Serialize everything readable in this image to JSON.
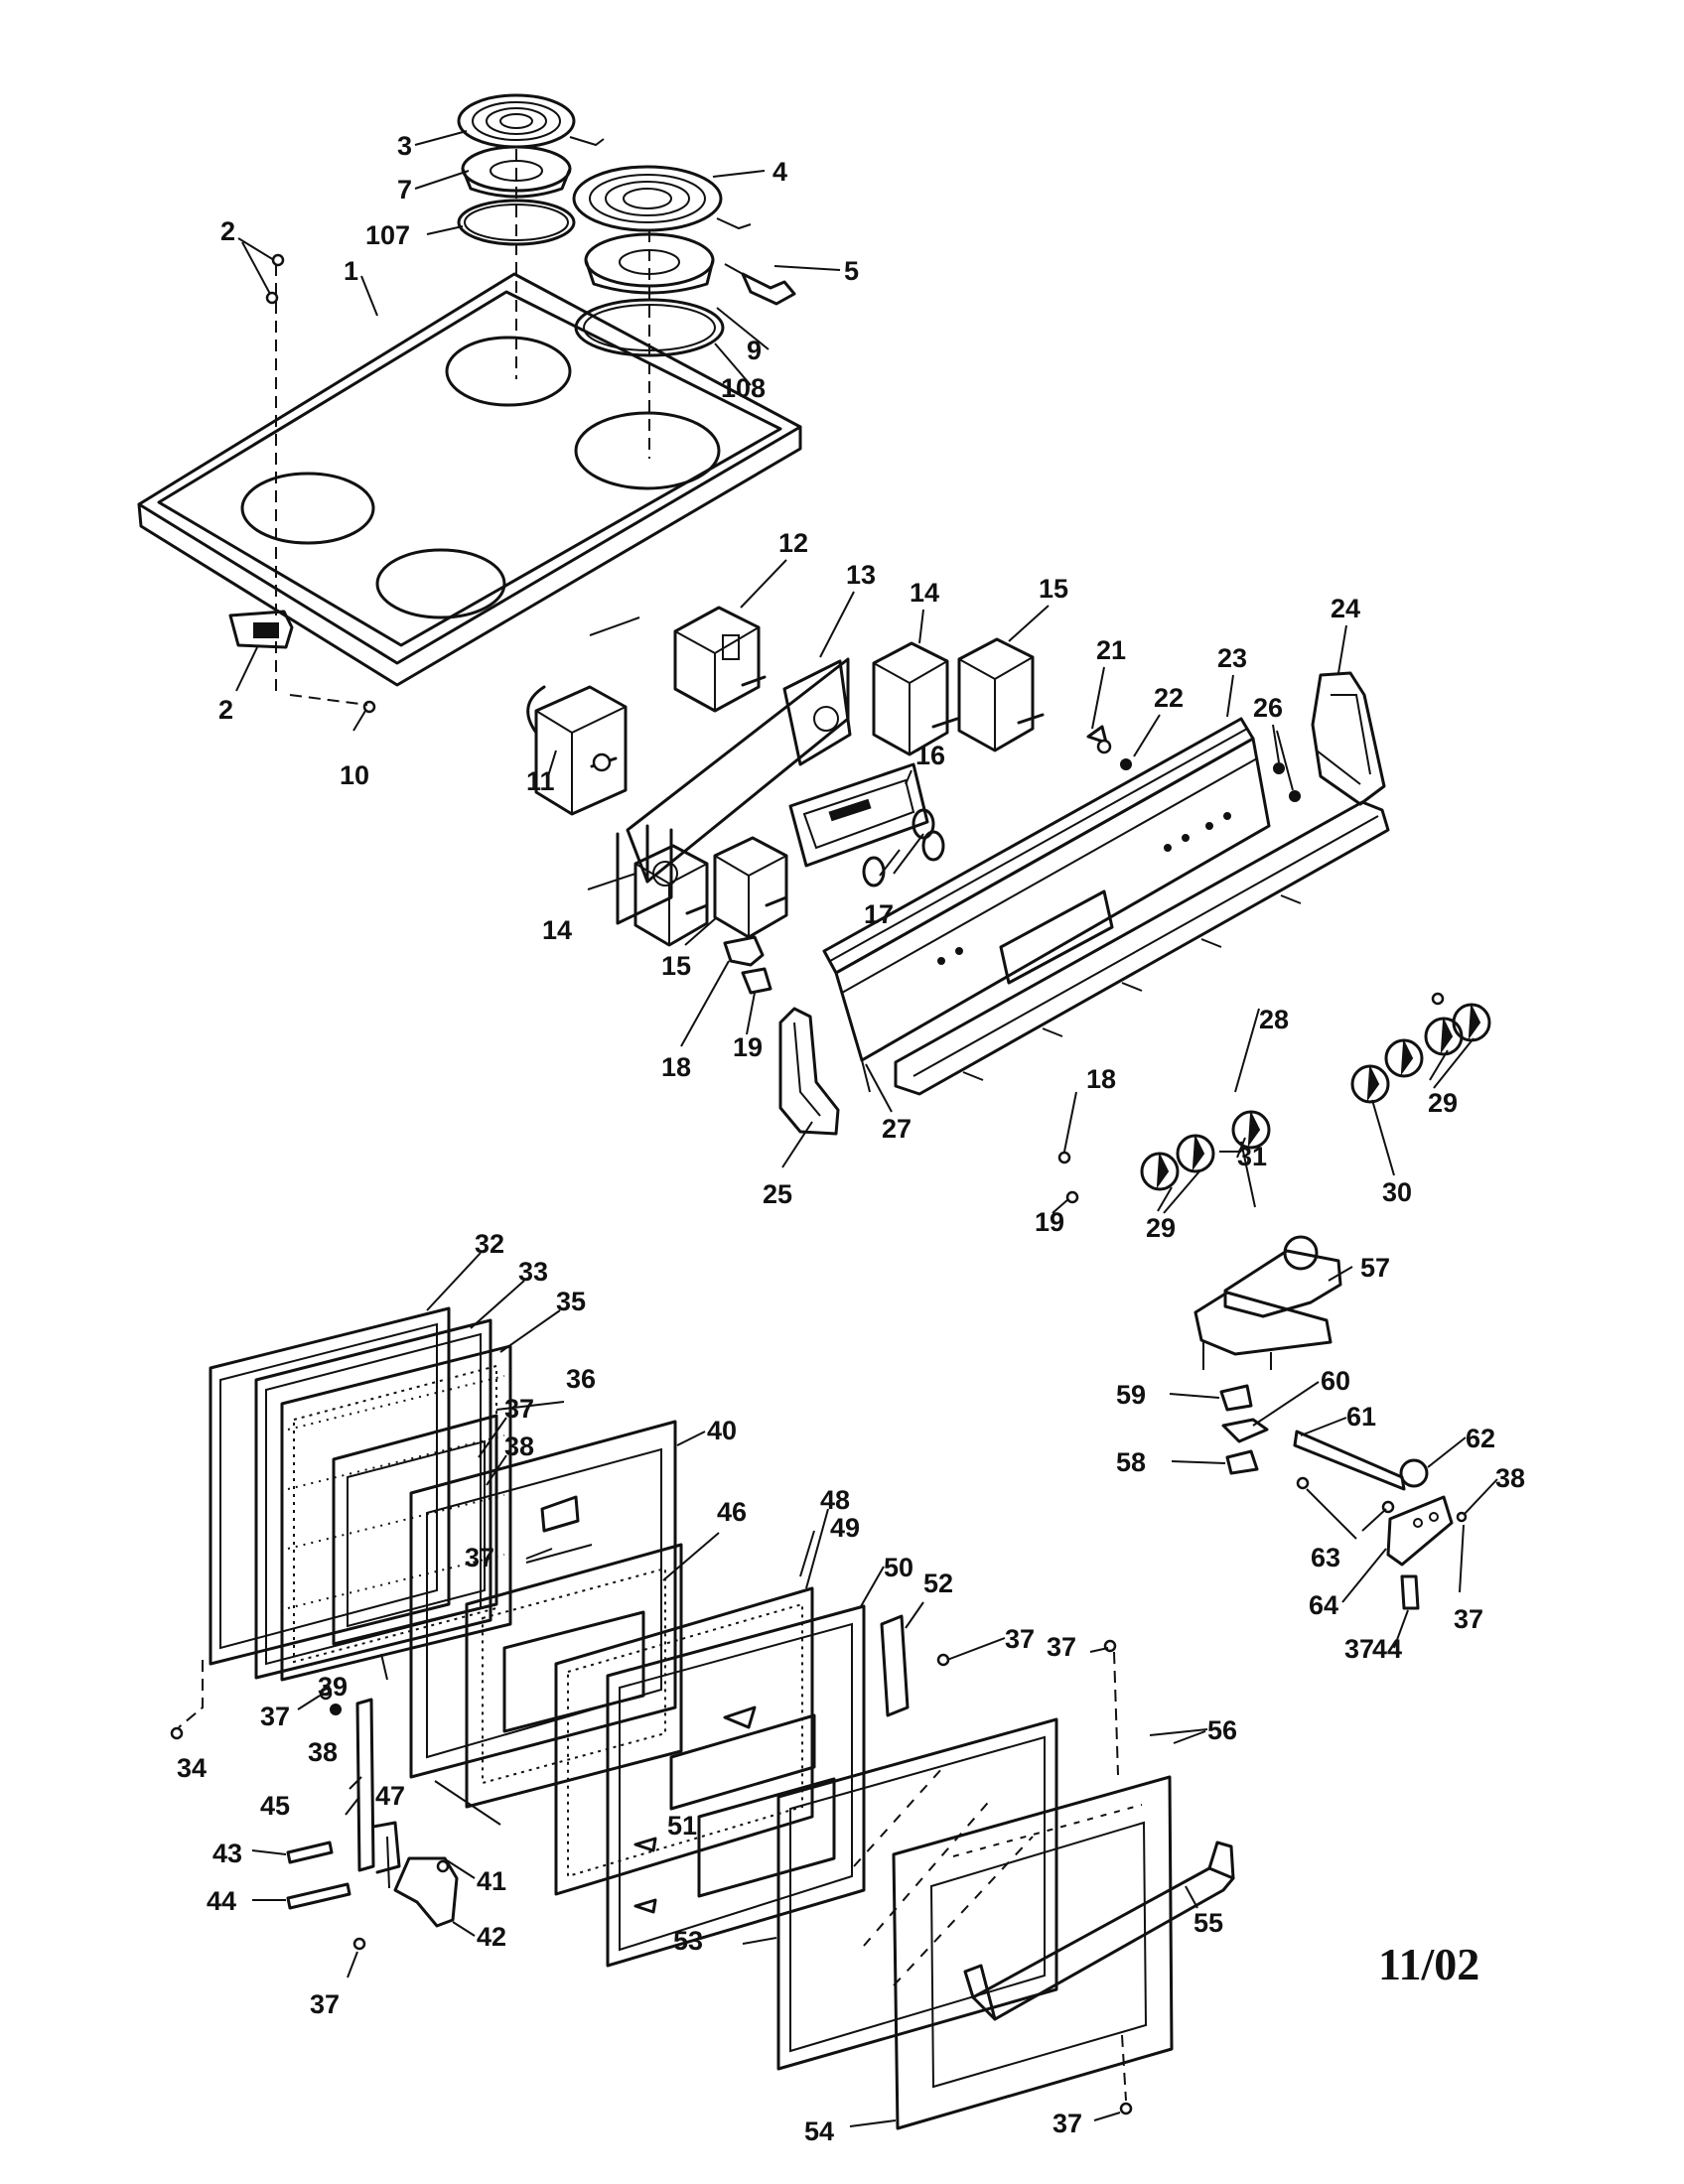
{
  "diagram": {
    "date_code": "11/02",
    "callouts": [
      {
        "id": "c3",
        "text": "3"
      },
      {
        "id": "c7",
        "text": "7"
      },
      {
        "id": "c107",
        "text": "107"
      },
      {
        "id": "c4",
        "text": "4"
      },
      {
        "id": "c5",
        "text": "5"
      },
      {
        "id": "c9",
        "text": "9"
      },
      {
        "id": "c108",
        "text": "108"
      },
      {
        "id": "c2a",
        "text": "2"
      },
      {
        "id": "c1",
        "text": "1"
      },
      {
        "id": "c2b",
        "text": "2"
      },
      {
        "id": "c10",
        "text": "10"
      },
      {
        "id": "c11",
        "text": "11"
      },
      {
        "id": "c12",
        "text": "12"
      },
      {
        "id": "c13",
        "text": "13"
      },
      {
        "id": "c14a",
        "text": "14"
      },
      {
        "id": "c15a",
        "text": "15"
      },
      {
        "id": "c21",
        "text": "21"
      },
      {
        "id": "c22",
        "text": "22"
      },
      {
        "id": "c23",
        "text": "23"
      },
      {
        "id": "c24",
        "text": "24"
      },
      {
        "id": "c26",
        "text": "26"
      },
      {
        "id": "c16",
        "text": "16"
      },
      {
        "id": "c17",
        "text": "17"
      },
      {
        "id": "c14b",
        "text": "14"
      },
      {
        "id": "c15b",
        "text": "15"
      },
      {
        "id": "c18a",
        "text": "18"
      },
      {
        "id": "c19a",
        "text": "19"
      },
      {
        "id": "c28",
        "text": "28"
      },
      {
        "id": "c29a",
        "text": "29"
      },
      {
        "id": "c30",
        "text": "30"
      },
      {
        "id": "c18b",
        "text": "18"
      },
      {
        "id": "c27",
        "text": "27"
      },
      {
        "id": "c31",
        "text": "31"
      },
      {
        "id": "c29b",
        "text": "29"
      },
      {
        "id": "c25",
        "text": "25"
      },
      {
        "id": "c19b",
        "text": "19"
      },
      {
        "id": "c32",
        "text": "32"
      },
      {
        "id": "c33",
        "text": "33"
      },
      {
        "id": "c35",
        "text": "35"
      },
      {
        "id": "c36",
        "text": "36"
      },
      {
        "id": "c37a",
        "text": "37"
      },
      {
        "id": "c38a",
        "text": "38"
      },
      {
        "id": "c40",
        "text": "40"
      },
      {
        "id": "c48",
        "text": "48"
      },
      {
        "id": "c49",
        "text": "49"
      },
      {
        "id": "c46",
        "text": "46"
      },
      {
        "id": "c37b",
        "text": "37"
      },
      {
        "id": "c50",
        "text": "50"
      },
      {
        "id": "c52",
        "text": "52"
      },
      {
        "id": "c37c",
        "text": "37"
      },
      {
        "id": "c37d",
        "text": "37"
      },
      {
        "id": "c56",
        "text": "56"
      },
      {
        "id": "c34",
        "text": "34"
      },
      {
        "id": "c37e",
        "text": "37"
      },
      {
        "id": "c39",
        "text": "39"
      },
      {
        "id": "c38b",
        "text": "38"
      },
      {
        "id": "c45",
        "text": "45"
      },
      {
        "id": "c47",
        "text": "47"
      },
      {
        "id": "c41",
        "text": "41"
      },
      {
        "id": "c51",
        "text": "51"
      },
      {
        "id": "c43",
        "text": "43"
      },
      {
        "id": "c44a",
        "text": "44"
      },
      {
        "id": "c42",
        "text": "42"
      },
      {
        "id": "c37f",
        "text": "37"
      },
      {
        "id": "c53",
        "text": "53"
      },
      {
        "id": "c55",
        "text": "55"
      },
      {
        "id": "c54",
        "text": "54"
      },
      {
        "id": "c37g",
        "text": "37"
      },
      {
        "id": "c57",
        "text": "57"
      },
      {
        "id": "c59",
        "text": "59"
      },
      {
        "id": "c60",
        "text": "60"
      },
      {
        "id": "c61",
        "text": "61"
      },
      {
        "id": "c62",
        "text": "62"
      },
      {
        "id": "c58",
        "text": "58"
      },
      {
        "id": "c63",
        "text": "63"
      },
      {
        "id": "c38c",
        "text": "38"
      },
      {
        "id": "c64",
        "text": "64"
      },
      {
        "id": "c37h",
        "text": "37"
      },
      {
        "id": "c44b",
        "text": "44"
      },
      {
        "id": "c37i",
        "text": "37"
      }
    ]
  }
}
